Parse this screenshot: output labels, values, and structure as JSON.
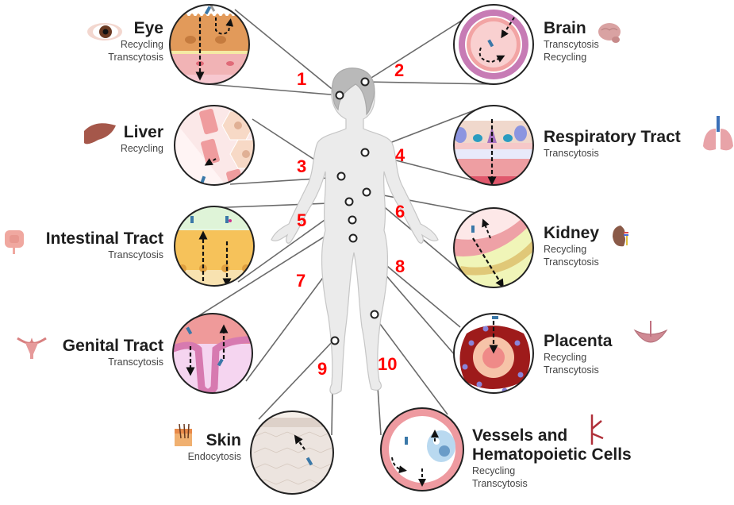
{
  "figure": {
    "number_color": "#ff0000",
    "organs": [
      {
        "id": "eye",
        "number": "1",
        "title": "Eye",
        "mechanisms": [
          "Recycling",
          "Transcytosis"
        ],
        "icon": "eye-icon"
      },
      {
        "id": "brain",
        "number": "2",
        "title": "Brain",
        "mechanisms": [
          "Transcytosis",
          "Recycling"
        ],
        "icon": "brain-icon"
      },
      {
        "id": "liver",
        "number": "3",
        "title": "Liver",
        "mechanisms": [
          "Recycling"
        ],
        "icon": "liver-icon"
      },
      {
        "id": "respiratory",
        "number": "4",
        "title": "Respiratory Tract",
        "mechanisms": [
          "Transcytosis"
        ],
        "icon": "lungs-icon"
      },
      {
        "id": "intestinal",
        "number": "5",
        "title": "Intestinal Tract",
        "mechanisms": [
          "Transcytosis"
        ],
        "icon": "intestine-icon"
      },
      {
        "id": "kidney",
        "number": "6",
        "title": "Kidney",
        "mechanisms": [
          "Recycling",
          "Transcytosis"
        ],
        "icon": "kidney-icon"
      },
      {
        "id": "genital",
        "number": "7",
        "title": "Genital Tract",
        "mechanisms": [
          "Transcytosis"
        ],
        "icon": "uterus-icon"
      },
      {
        "id": "placenta",
        "number": "8",
        "title": "Placenta",
        "mechanisms": [
          "Recycling",
          "Transcytosis"
        ],
        "icon": "placenta-icon"
      },
      {
        "id": "skin",
        "number": "9",
        "title": "Skin",
        "mechanisms": [
          "Endocytosis"
        ],
        "icon": "skin-icon"
      },
      {
        "id": "vessels",
        "number": "10",
        "title_line1": "Vessels and",
        "title_line2": "Hematopoietic Cells",
        "mechanisms": [
          "Recycling",
          "Transcytosis"
        ],
        "icon": "blood-vessel-icon"
      }
    ]
  }
}
